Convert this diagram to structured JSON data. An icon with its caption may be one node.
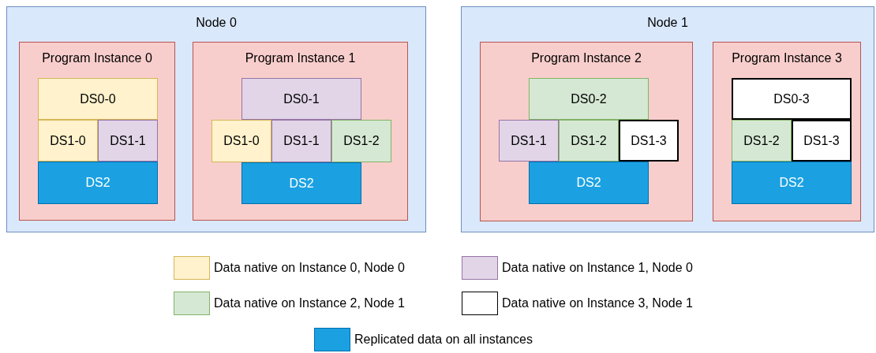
{
  "diagram": {
    "nodes": [
      {
        "text": [
          "Node 0"
        ]
      },
      {
        "text": [
          "Program Instance 0"
        ],
        "in": 0
      },
      {
        "text": [
          "DS0-0"
        ],
        "in": 1
      },
      {
        "text": [
          "DS1-0"
        ],
        "in": 1
      },
      {
        "text": [
          "DS1-1"
        ],
        "in": 1
      },
      {
        "text": [
          "DS2"
        ],
        "in": 1
      },
      {
        "text": [
          "Program Instance 1"
        ],
        "in": 0
      },
      {
        "text": [
          "DS0-1"
        ],
        "in": 6
      },
      {
        "text": [
          "DS1-0"
        ],
        "in": 6
      },
      {
        "text": [
          "DS1-1"
        ],
        "in": 6
      },
      {
        "text": [
          "DS1-2"
        ],
        "in": 6
      },
      {
        "text": [
          "DS2"
        ],
        "in": 6
      },
      {
        "text": [
          "Node 1"
        ]
      },
      {
        "text": [
          "Program Instance 2"
        ],
        "in": 12
      },
      {
        "text": [
          "DS0-2"
        ],
        "in": 13
      },
      {
        "text": [
          "DS1-1"
        ],
        "in": 13
      },
      {
        "text": [
          "DS1-2"
        ],
        "in": 13
      },
      {
        "text": [
          "DS1-3"
        ],
        "in": 13
      },
      {
        "text": [
          "DS2"
        ],
        "in": 13
      },
      {
        "text": [
          "Program Instance 3"
        ],
        "in": 12
      },
      {
        "text": [
          "DS0-3"
        ],
        "in": 19
      },
      {
        "text": [
          "DS1-2"
        ],
        "in": 19
      },
      {
        "text": [
          "DS1-3"
        ],
        "in": 19
      },
      {
        "text": [
          "DS2"
        ],
        "in": 19
      }
    ],
    "legend": [
      {
        "text": "Data native on Instance 0, Node 0",
        "color": "#fff2cc"
      },
      {
        "text": "Data native on Instance 1, Node 0",
        "color": "#e1d5e7"
      },
      {
        "text": "Data native on Instance 2, Node 1",
        "color": "#d5e8d4"
      },
      {
        "text": "Data native on Instance 3, Node 1",
        "color": "#ffffff"
      },
      {
        "text": "Replicated data on all instances",
        "color": "#1ba1e2"
      }
    ]
  }
}
